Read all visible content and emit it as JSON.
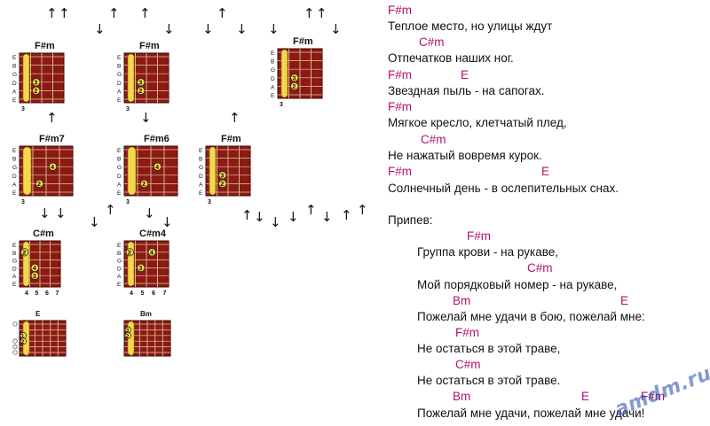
{
  "diagrams": [
    {
      "id": "fsm1",
      "name": "F#m",
      "fret": "3",
      "strings": [
        "E",
        "B",
        "G",
        "D",
        "A",
        "E"
      ]
    },
    {
      "id": "fsm2",
      "name": "F#m",
      "fret": "3",
      "strings": [
        "E",
        "B",
        "G",
        "D",
        "A",
        "E"
      ]
    },
    {
      "id": "fsm3",
      "name": "F#m",
      "fret": "3",
      "strings": [
        "E",
        "B",
        "G",
        "D",
        "A",
        "E"
      ]
    },
    {
      "id": "fsm7",
      "name": "F#m7",
      "fret": "3",
      "strings": [
        "E",
        "B",
        "G",
        "D",
        "A",
        "E"
      ]
    },
    {
      "id": "fsm6",
      "name": "F#m6",
      "fret": "3",
      "strings": [
        "E",
        "B",
        "G",
        "D",
        "A",
        "E"
      ]
    },
    {
      "id": "fsm4",
      "name": "F#m",
      "fret": "3",
      "strings": [
        "E",
        "B",
        "G",
        "D",
        "A",
        "E"
      ]
    },
    {
      "id": "csm",
      "name": "C#m",
      "frets": [
        "4",
        "5",
        "6",
        "7"
      ],
      "strings": [
        "E",
        "B",
        "G",
        "D",
        "A",
        "E"
      ]
    },
    {
      "id": "csm4",
      "name": "C#m4",
      "frets": [
        "4",
        "5",
        "6",
        "7"
      ],
      "strings": [
        "E",
        "B",
        "G",
        "D",
        "A",
        "E"
      ]
    },
    {
      "id": "e",
      "name": "E"
    },
    {
      "id": "bm",
      "name": "Bm"
    }
  ],
  "fingers": {
    "one": "1",
    "two": "2",
    "three": "3",
    "four": "4"
  },
  "strum": {
    "up": "↑",
    "down": "↓"
  },
  "lyrics": {
    "verse": [
      {
        "chords": "F#m",
        "text": "Теплое место, но улицы ждут"
      },
      {
        "chords": "C#m",
        "text": "Отпечатков наших ног."
      },
      {
        "c1": "F#m",
        "c2": "E",
        "text": "Звездная пыль - на сапогах."
      },
      {
        "chords": "F#m",
        "text": "Мягкое кресло, клетчатый плед,"
      },
      {
        "chords": "C#m",
        "text": "Не нажатый вовремя курок."
      },
      {
        "c1": "F#m",
        "c2": "E",
        "text": "Солнечный день - в ослепительных снах."
      }
    ],
    "chorus_label": "Припев:",
    "chorus": [
      {
        "chords": "F#m",
        "text": "Группа крови - на рукаве,"
      },
      {
        "chords": "C#m",
        "text": "Мой порядковый номер - на рукаве,"
      },
      {
        "c1": "Bm",
        "c2": "E",
        "text": "Пожелай мне удачи в бою, пожелай мне:"
      },
      {
        "chords": "F#m",
        "text": "Не остаться в этой траве,"
      },
      {
        "chords": "C#m",
        "text": "Не остаться в этой траве."
      },
      {
        "c1": "Bm",
        "c2": "E",
        "c3": "F#m",
        "text": "Пожелай мне удачи, пожелай мне удачи!"
      }
    ]
  },
  "watermark": "amdm.ru",
  "colors": {
    "chord": "#b0126e",
    "board": "#8a1a12",
    "fret": "#e6c9b0",
    "nut": "#f2d84a",
    "text": "#111111"
  }
}
